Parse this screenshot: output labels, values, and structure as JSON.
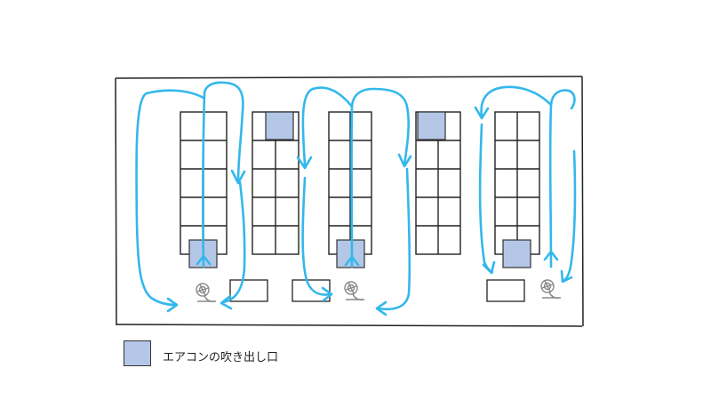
{
  "legend": {
    "label": "エアコンの吹き出し口",
    "swatch_color": "#b4c7e7"
  },
  "colors": {
    "airflow": "#33b8ec",
    "outlet": "#b4c7e7",
    "line": "#222222",
    "fan": "#8a8a8a"
  },
  "diagram": {
    "rack_rows": 5,
    "rack_columns": 2,
    "rack_count": 5,
    "outlet_count": 5,
    "fan_count": 3,
    "box_count": 3,
    "icons": [
      "fan-icon",
      "air-outlet"
    ]
  }
}
